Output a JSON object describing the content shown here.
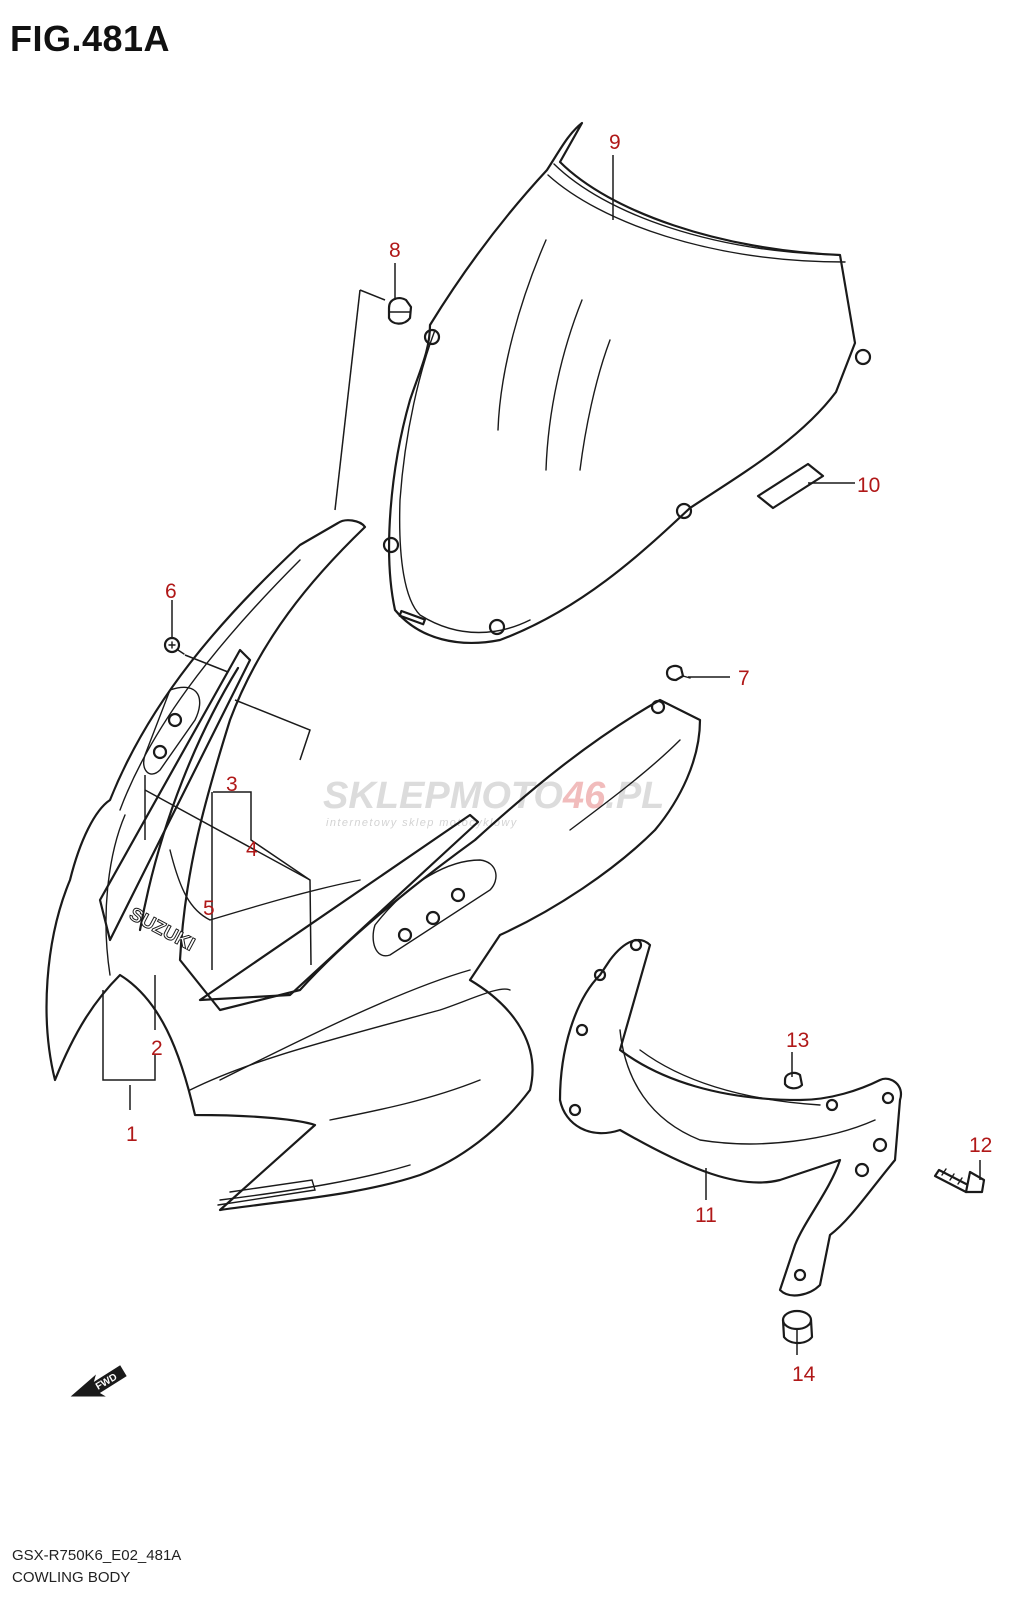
{
  "figure": {
    "title": "FIG.481A"
  },
  "watermark": {
    "brand_part1": "SKLEPMOTO",
    "brand_part2": "46",
    "brand_part3": ".PL",
    "tagline": "internetowy sklep motocyklowy"
  },
  "parts": {
    "p1": "1",
    "p2": "2",
    "p3": "3",
    "p4": "4",
    "p5": "5",
    "p6": "6",
    "p7": "7",
    "p8": "8",
    "p9": "9",
    "p10": "10",
    "p11": "11",
    "p12": "12",
    "p13": "13",
    "p14": "14"
  },
  "decal": {
    "logo_text": "SUZUKI"
  },
  "direction": {
    "fwd_label": "FWD"
  },
  "footer": {
    "code": "GSX-R750K6_E02_481A",
    "name": "COWLING BODY"
  }
}
